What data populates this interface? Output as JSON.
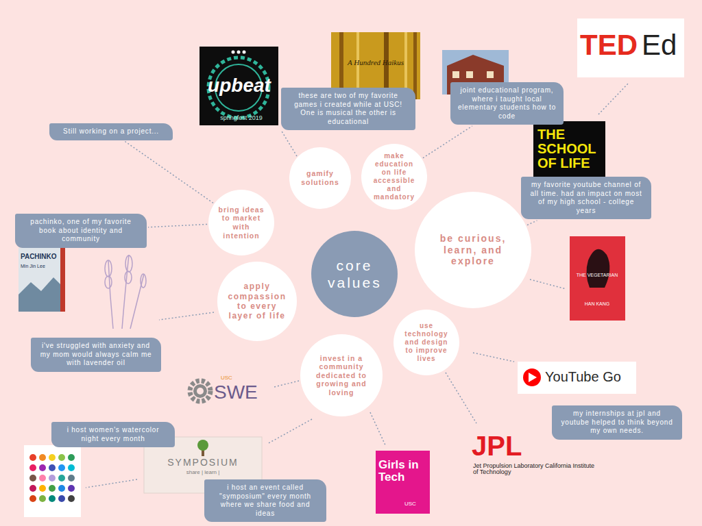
{
  "diagram": {
    "nodes": [
      {
        "text": [
          "these are two of my favorite games i created while at USC! One is musical the other is educational"
        ]
      },
      {
        "text": [
          "joint educational program, where i taught local elementary students how to code"
        ]
      },
      {
        "text": [
          "Still working on a project..."
        ]
      },
      {
        "text": [
          "gamify solutions"
        ]
      },
      {
        "text": [
          "make education on life accessible and mandatory"
        ]
      },
      {
        "text": [
          "my favorite youtube channel of all time. had an impact on most of my high school - college years"
        ]
      },
      {
        "text": [
          "bring ideas to market with intention"
        ]
      },
      {
        "text": [
          "pachinko, one of my favorite book about identity and community"
        ]
      },
      {
        "text": [
          "be curious, learn, and explore"
        ]
      },
      {
        "text": [
          "core values"
        ]
      },
      {
        "text": [
          "apply compassion to every layer of life"
        ]
      },
      {
        "text": [
          "use technology and design to improve lives"
        ]
      },
      {
        "text": [
          "i've struggled with anxiety and my mom would always calm me with lavender oil"
        ]
      },
      {
        "text": [
          "invest in a community dedicated to growing and loving"
        ]
      },
      {
        "text": [
          "my internships at jpl and youtube helped to think beyond my own needs."
        ]
      },
      {
        "text": [
          "i host women's watercolor night every month"
        ]
      },
      {
        "text": [
          "i host an event called \"symposium\" every month where we share food and ideas"
        ]
      }
    ],
    "edges": [
      {
        "from": 6,
        "to": 2,
        "arrow": "none"
      },
      {
        "from": 6,
        "to": 7,
        "arrow": "none"
      },
      {
        "from": 4,
        "to": 1,
        "arrow": "none"
      },
      {
        "from": 8,
        "to": 5,
        "arrow": "none"
      }
    ],
    "labels": [
      "upbeat",
      "springfest 2019",
      "A Hundred Haikus",
      "TED",
      "Ed",
      "THE SCHOOL OF LIFE",
      "THE VEGETARIAN",
      "HAN KANG",
      "YouTube Go",
      "JPL",
      "Jet Propulsion Laboratory California Institute of Technology",
      "USC",
      "SWE",
      "Girls in Tech",
      "USC",
      "SYMPOSIUM",
      "share | learn |",
      "PACHINKO",
      "Min Jin Lee"
    ]
  }
}
